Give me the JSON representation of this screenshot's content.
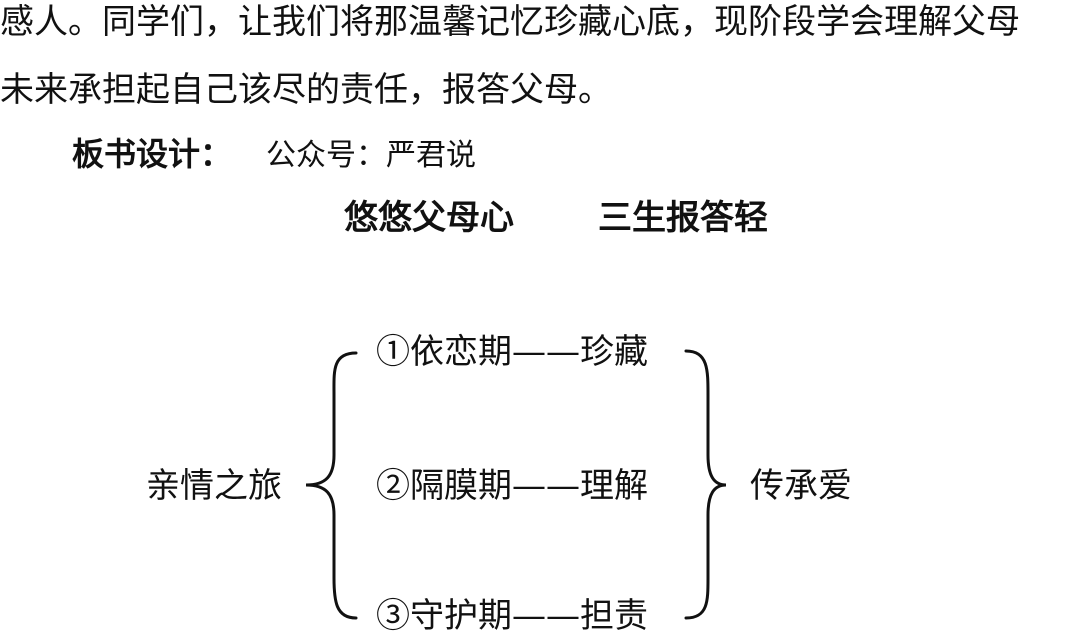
{
  "paragraph": {
    "line1": "感人。同学们，让我们将那温馨记忆珍藏心底，现阶段学会理解父母",
    "line2": "未来承担起自己该尽的责任，报答父母。"
  },
  "board": {
    "label": "板书设计：",
    "account": "公众号：严君说",
    "title_left": "悠悠父母心",
    "title_right": "三生报答轻",
    "center": "亲情之旅",
    "stages": [
      "①依恋期——珍藏",
      "②隔膜期——理解",
      "③守护期——担责"
    ],
    "result": "传承爱"
  }
}
